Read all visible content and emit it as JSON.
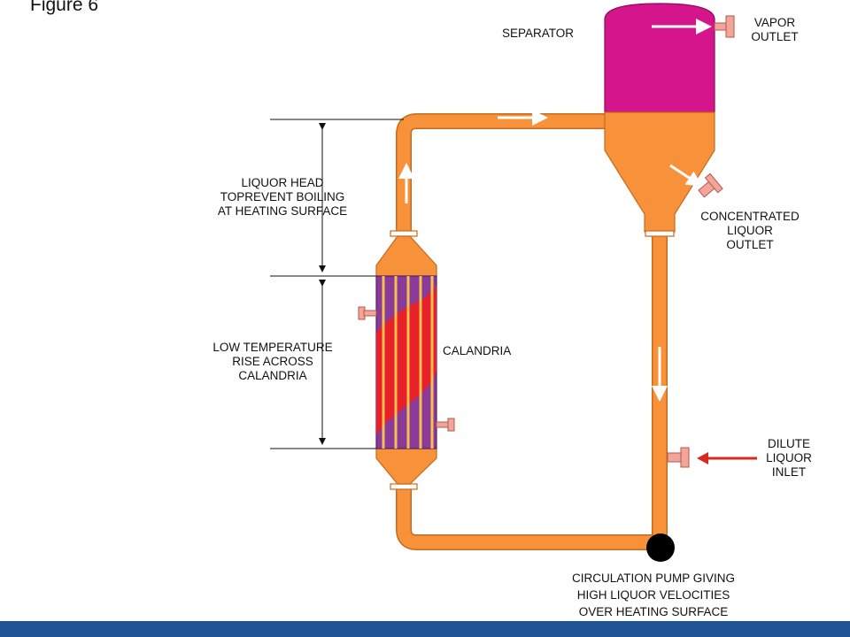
{
  "figure_label": "Figure 6",
  "labels": {
    "separator": "SEPARATOR",
    "vapor_outlet": [
      "VAPOR",
      "OUTLET"
    ],
    "liquor_head": [
      "LIQUOR HEAD",
      "TOPREVENT BOILING",
      "AT HEATING SURFACE"
    ],
    "concentrated_outlet": [
      "CONCENTRATED",
      "LIQUOR",
      "OUTLET"
    ],
    "low_temp_rise": [
      "LOW TEMPERATURE",
      "RISE ACROSS",
      "CALANDRIA"
    ],
    "calandria": "CALANDRIA",
    "dilute_inlet": [
      "DILUTE",
      "LIQUOR",
      "INLET"
    ],
    "pump": [
      "CIRCULATION PUMP GIVING",
      "HIGH LIQUOR VELOCITIES",
      "OVER HEATING SURFACE"
    ]
  },
  "colors": {
    "pipe": "#f7923a",
    "pipe_stroke": "#c86a1c",
    "separator_vapor": "#d4158c",
    "calandria_purple": "#8c3a9a",
    "calandria_red": "#e8202a",
    "tube_yellow": "#f2c14e",
    "nozzle": "#f3a59a",
    "pump": "#000000",
    "inlet_arrow": "#d62a20",
    "footer": "#1f5597"
  }
}
